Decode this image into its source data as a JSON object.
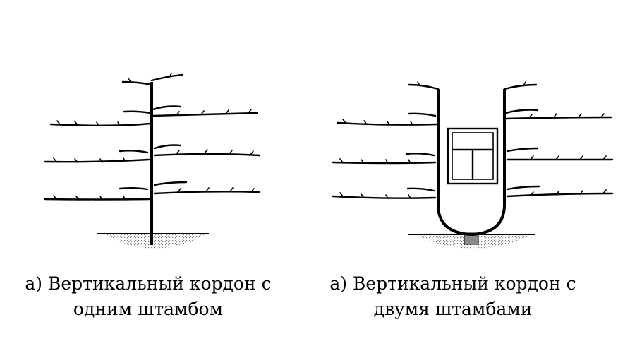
{
  "figures": [
    {
      "caption_line1": "а) Вертикальный кордон с",
      "caption_line2": "одним штамбом"
    },
    {
      "caption_line1": "а) Вертикальный кордон с",
      "caption_line2": "двумя штамбами"
    }
  ],
  "colors": {
    "ink": "#000000",
    "soil": "#9a9a9a",
    "paper": "#ffffff"
  },
  "icons": [
    "single-trunk-cordon-icon",
    "double-trunk-cordon-icon",
    "window-icon",
    "soil-icon"
  ]
}
